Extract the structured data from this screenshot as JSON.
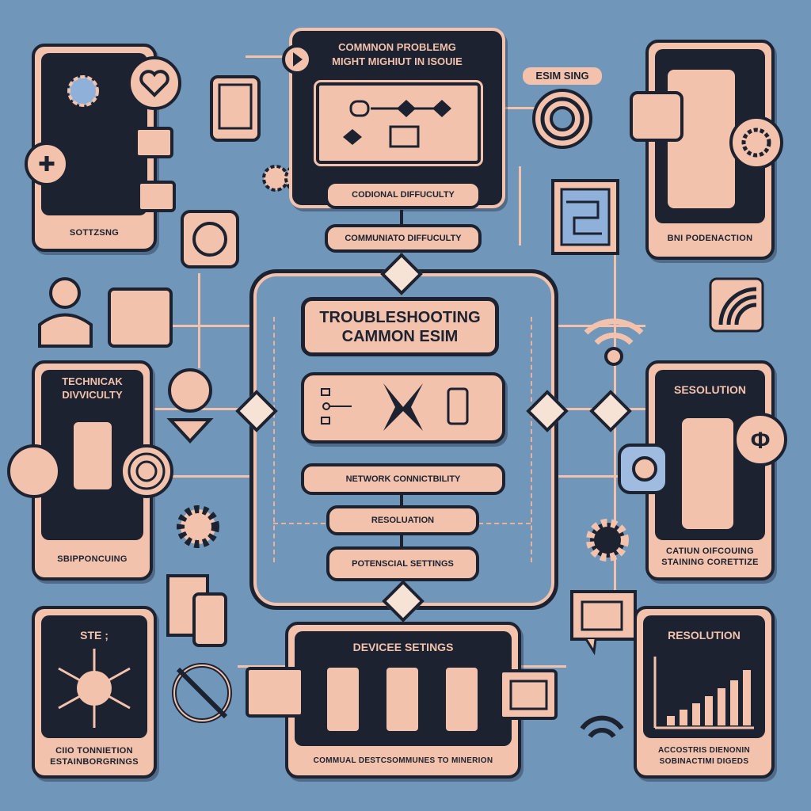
{
  "colors": {
    "background": "#7096b9",
    "dark": "#1d2230",
    "peach": "#f2c2ac"
  },
  "top_center": {
    "title_line1": "COMMNON PROBLEMG",
    "title_line2": "MIGHT MIGHIUT IN ISOUIE",
    "pill1": "CODIONAL DIFFUCULTY",
    "pill2": "COMMUNIATO DIFFUCULTY"
  },
  "badge": "ESIM SING",
  "top_left": {
    "label": "SOTTZSNG"
  },
  "top_right": {
    "label": "BNI PODENACTION"
  },
  "center": {
    "title": "TROUBLESHOOTING CAMMON ESIM",
    "pill1": "NETWORK CONNICTBILITY",
    "pill2": "RESOLUATION",
    "pill3": "POTENSCIAL SETTINGS"
  },
  "mid_left": {
    "title": "TECHNICAK DIVVICULTY",
    "label": "SBIPPONCUING"
  },
  "mid_right": {
    "title": "SESOLUTION",
    "label_line1": "CATIUN OIFCOUING",
    "label_line2": "STAINING CORETTIZE"
  },
  "bottom_left": {
    "title": "STE ;",
    "label_line1": "CIIO TONNIETION",
    "label_line2": "ESTAINBORGRINGS"
  },
  "bottom_center": {
    "title": "DEVICEE SETINGS",
    "label": "COMMUAL DESTCSOMMUNES TO MINERION"
  },
  "bottom_right": {
    "title": "RESOLUTION",
    "label_line1": "ACCOSTRIS DIENONIN",
    "label_line2": "SOBINACTIMI DIGEDS"
  }
}
